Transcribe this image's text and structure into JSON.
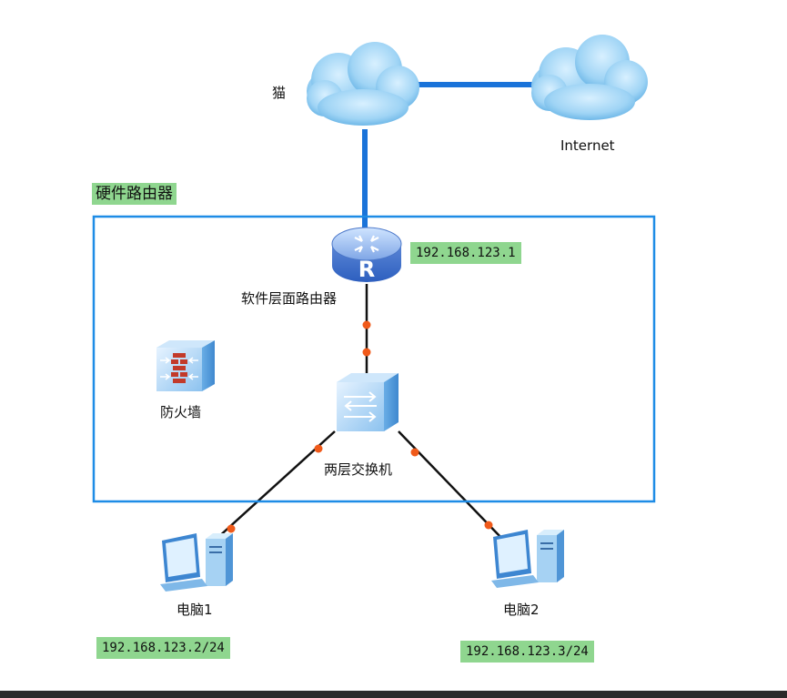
{
  "labels": {
    "modem": "猫",
    "internet": "Internet",
    "hardware_router": "硬件路由器",
    "software_router": "软件层面路由器",
    "firewall": "防火墙",
    "l2_switch": "两层交换机",
    "pc1": "电脑1",
    "pc2": "电脑2"
  },
  "ips": {
    "router": "192.168.123.1",
    "pc1": "192.168.123.2/24",
    "pc2": "192.168.123.3/24"
  },
  "router_letter": "R",
  "colors": {
    "link_blue": "#1a73d9",
    "box_border": "#1e8ce6",
    "ip_highlight": "#8fd68f",
    "port_dot": "#f05a1a",
    "cloud": "#9fd4f5"
  },
  "icons": [
    "cloud-icon",
    "router-icon",
    "firewall-icon",
    "switch-icon",
    "pc-icon"
  ]
}
